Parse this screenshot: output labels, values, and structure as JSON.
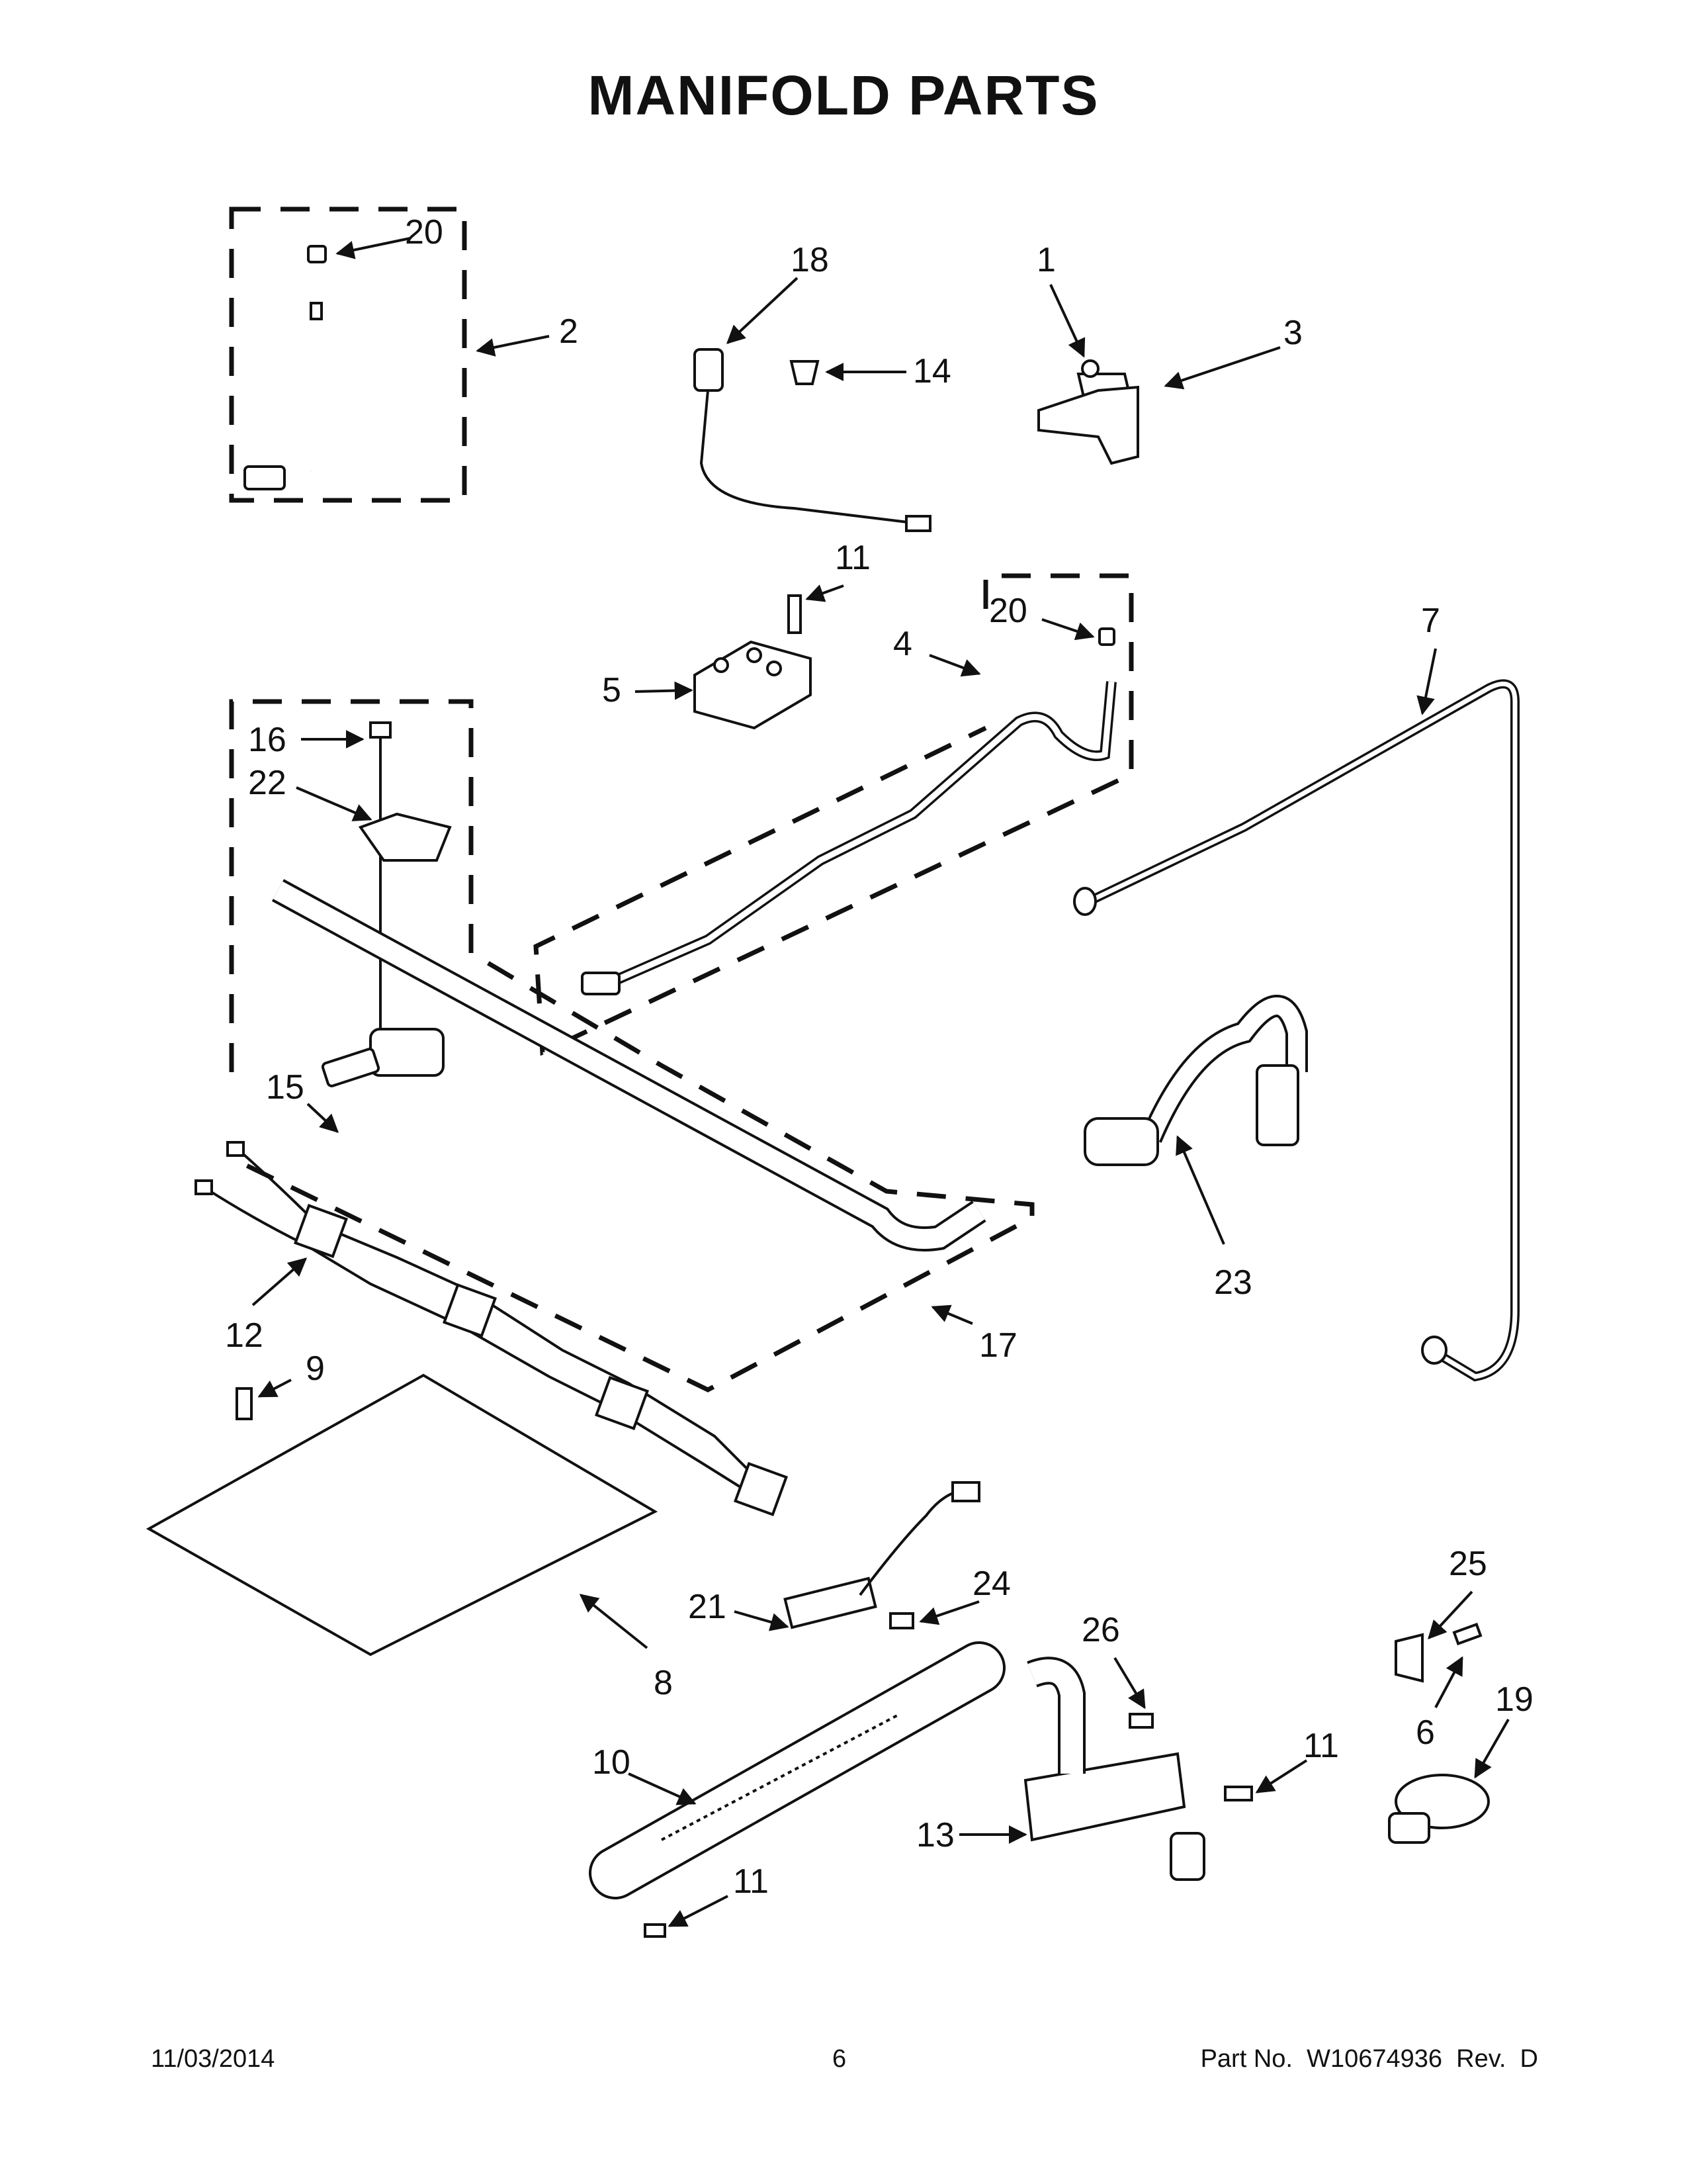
{
  "title": "MANIFOLD PARTS",
  "footer": {
    "date": "11/03/2014",
    "page": "6",
    "part": "Part No.  W10674936  Rev.  D"
  },
  "callouts": {
    "c1": "1",
    "c2": "2",
    "c3": "3",
    "c4": "4",
    "c5": "5",
    "c6": "6",
    "c7": "7",
    "c8": "8",
    "c9": "9",
    "c10": "10",
    "c11a": "11",
    "c11b": "11",
    "c11c": "11",
    "c12": "12",
    "c13": "13",
    "c14": "14",
    "c15": "15",
    "c16": "16",
    "c17": "17",
    "c18": "18",
    "c19": "19",
    "c20a": "20",
    "c20b": "20",
    "c21": "21",
    "c22": "22",
    "c23": "23",
    "c24": "24",
    "c25": "25",
    "c26": "26"
  }
}
